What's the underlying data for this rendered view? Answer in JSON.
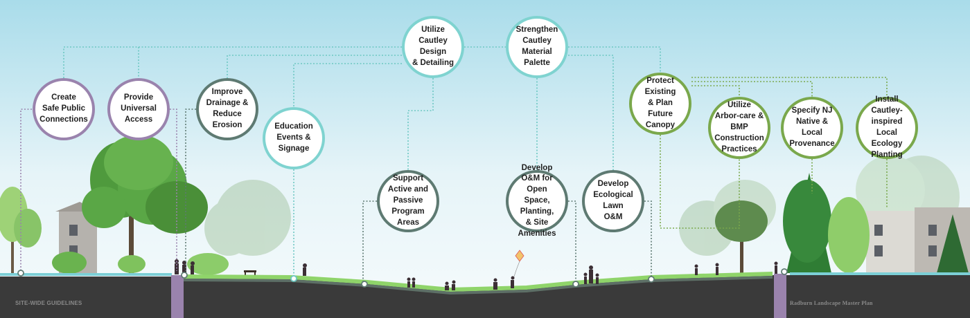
{
  "guidelines": [
    {
      "label": "Create Safe Public Connections",
      "color": "purple"
    },
    {
      "label": "Provide Universal Access",
      "color": "purple"
    },
    {
      "label": "Improve Drainage & Reduce Erosion",
      "color": "slate"
    },
    {
      "label": "Education Events & Signage",
      "color": "cyan"
    },
    {
      "label": "Utilize Cautley Design & Detailing",
      "color": "cyan"
    },
    {
      "label": "Strengthen Cautley Material Palette",
      "color": "cyan"
    },
    {
      "label": "Support Active and Passive Program Areas",
      "color": "slate"
    },
    {
      "label": "Develop O&M for Open Space, Planting, & Site Amenities",
      "color": "slate"
    },
    {
      "label": "Develop Ecological Lawn O&M",
      "color": "slate"
    },
    {
      "label": "Protect Existing & Plan Future Canopy",
      "color": "green"
    },
    {
      "label": "Utilize Arbor-care & BMP Construction Practices",
      "color": "green"
    },
    {
      "label": "Specify NJ Native & Local Provenance",
      "color": "green"
    },
    {
      "label": "Install Cautley-inspired Local Ecology Planting",
      "color": "green"
    }
  ],
  "colors": {
    "purple": "#9a83ad",
    "slate": "#5e7a72",
    "cyan": "#7fd3d0",
    "green": "#7aa84c",
    "ground": "#3a3a3a",
    "lawn": "#8fd46a"
  },
  "footer": {
    "left": "SITE-WIDE GUIDELINES",
    "right": "Radburn Landscape Master Plan"
  }
}
